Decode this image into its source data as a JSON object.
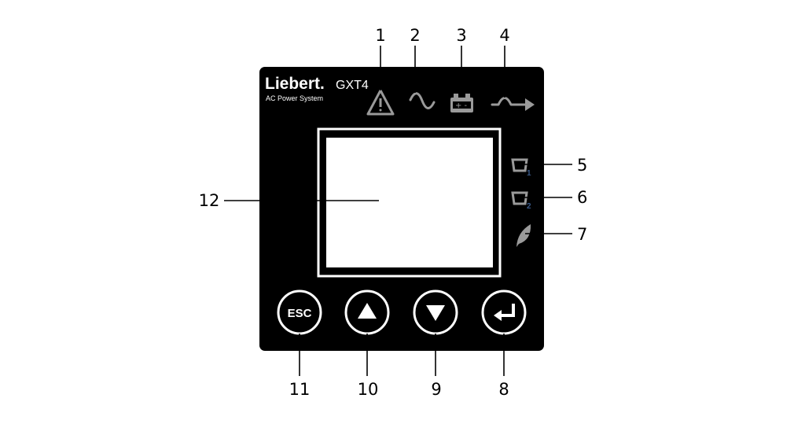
{
  "panel": {
    "brand": "Liebert.",
    "model": "GXT4",
    "subtitle": "AC Power System",
    "colors": {
      "panel": "#000000",
      "icon": "#9a9a9a",
      "outlet_number": "#3a5a8a"
    }
  },
  "indicators": [
    {
      "callout": "1",
      "icon": "warning-triangle-icon"
    },
    {
      "callout": "2",
      "icon": "ac-sine-wave-icon"
    },
    {
      "callout": "3",
      "icon": "battery-icon"
    },
    {
      "callout": "4",
      "icon": "bypass-arrow-icon"
    },
    {
      "callout": "5",
      "icon": "outlet-group-1-icon",
      "sub": "1"
    },
    {
      "callout": "6",
      "icon": "outlet-group-2-icon",
      "sub": "2"
    },
    {
      "callout": "7",
      "icon": "eco-leaf-icon"
    }
  ],
  "buttons": [
    {
      "callout": "11",
      "label": "ESC",
      "icon": "esc-button"
    },
    {
      "callout": "10",
      "icon": "up-arrow-icon"
    },
    {
      "callout": "9",
      "icon": "down-arrow-icon"
    },
    {
      "callout": "8",
      "icon": "enter-icon"
    }
  ],
  "screen": {
    "callout": "12"
  }
}
